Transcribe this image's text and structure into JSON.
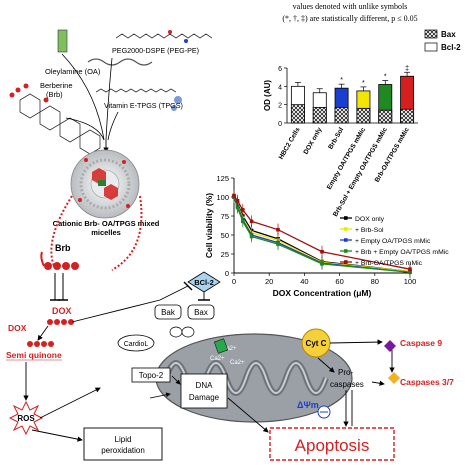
{
  "top_note": {
    "line1": "values denoted with unlike symbols",
    "line2": "(*, †, ‡) are statistically different, p ≤ 0.05"
  },
  "synthesis": {
    "peg_label": "PEG2000-DSPE (PEG-PE)",
    "oa_label": "Oleylamine (OA)",
    "brb_label_1": "Berberine",
    "brb_label_2": "(Brb)",
    "tpgs_label": "Vitamin E-TPGS (TPGS)",
    "micelle_label_1": "Cationic Brb- OA/TPGS mixed",
    "micelle_label_2": "micelles"
  },
  "pathway": {
    "brb": "Brb",
    "dox": "DOX",
    "dox_left": "DOX",
    "semiquinone": "Semi quinone",
    "ros": "ROS",
    "lipid_1": "Lipid",
    "lipid_2": "peroxidation",
    "bcl2": "BCl-2",
    "bak": "Bak",
    "bax": "Bax",
    "cardiol": "CardioL",
    "topo2": "Topo-2",
    "dna_1": "DNA",
    "dna_2": "Damage",
    "cytc": "Cyt C",
    "procaspases_1": "Pro-",
    "procaspases_2": "caspases",
    "caspase9": "Caspase 9",
    "caspase37": "Caspases 3/7",
    "apoptosis": "Apoptosis",
    "delta_psi": "ΔΨm",
    "ca": "Ca2+"
  },
  "colors": {
    "red": "#d62020",
    "dark_red": "#a01010",
    "yellow": "#f2e600",
    "blue": "#1a3fd0",
    "green": "#1f8a1f",
    "orange": "#f6b024",
    "purple": "#7a1a9a",
    "mito": "#9aa0a6"
  },
  "chart_data": [
    {
      "type": "bar",
      "ylabel": "OD (AU)",
      "ylim": [
        0,
        6
      ],
      "yticks": [
        "0",
        "2",
        "4",
        "6"
      ],
      "categories": [
        "HBC2 Cells",
        "DOX only",
        "Brb-Sol",
        "Empty OA/TPGS mMic",
        "Brb-Sol + Empty OA/TPGS mMic",
        "Brb-OA/TPGS mMic"
      ],
      "legend": [
        "Bax",
        "Bcl-2"
      ],
      "series": [
        {
          "name": "Bax",
          "values": [
            2.0,
            1.7,
            1.7,
            1.6,
            1.4,
            1.5
          ]
        },
        {
          "name": "Bcl-2",
          "values": [
            4.0,
            3.3,
            3.8,
            3.5,
            4.2,
            5.1
          ]
        }
      ],
      "markers": [
        "",
        "",
        "*",
        "*",
        "*",
        "‡"
      ],
      "bar_colors": [
        "#ffffff",
        "#ffffff",
        "#1a3fd0",
        "#f2e600",
        "#1f8a1f",
        "#d62020"
      ]
    },
    {
      "type": "line",
      "xlabel": "DOX Concentration (μM)",
      "ylabel": "Cell viability (%)",
      "xlim": [
        0,
        100
      ],
      "ylim": [
        0,
        125
      ],
      "xticks": [
        "0",
        "20",
        "40",
        "60",
        "80",
        "100"
      ],
      "yticks": [
        "0",
        "25",
        "50",
        "75",
        "100",
        "125"
      ],
      "x": [
        0,
        2,
        5,
        10,
        25,
        50,
        100
      ],
      "series": [
        {
          "name": "DOX only",
          "color": "#000000",
          "values": [
            100,
            92,
            75,
            56,
            45,
            15,
            2
          ]
        },
        {
          "name": "+ Brb-Sol",
          "color": "#f2e600",
          "values": [
            100,
            90,
            72,
            53,
            43,
            14,
            2
          ]
        },
        {
          "name": "+ Empty OA/TPGS mMic",
          "color": "#1a3fd0",
          "values": [
            100,
            88,
            70,
            50,
            40,
            13,
            1
          ]
        },
        {
          "name": "+ Brb + Empty OA/TPGS mMic",
          "color": "#1f8a1f",
          "values": [
            100,
            86,
            68,
            48,
            38,
            12,
            1
          ]
        },
        {
          "name": "+ Brb-OA/TPGS mMic",
          "color": "#a01010",
          "values": [
            102,
            95,
            83,
            68,
            57,
            28,
            5
          ]
        }
      ]
    }
  ]
}
